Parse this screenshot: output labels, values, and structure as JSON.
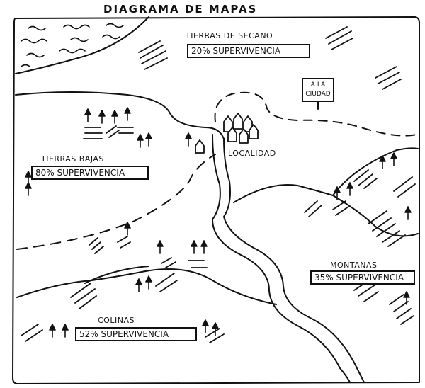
{
  "title": "DIAGRAMA DE MAPAS",
  "regions": [
    {
      "id": "secano",
      "name": "TIERRAS DE SECANO",
      "survival": "20% SUPERVIVENCIA"
    },
    {
      "id": "bajas",
      "name": "TIERRAS BAJAS",
      "survival": "80% SUPERVIVENCIA"
    },
    {
      "id": "montanas",
      "name": "MONTAÑAS",
      "survival": "35% SUPERVIVENCIA"
    },
    {
      "id": "colinas",
      "name": "COLINAS",
      "survival": "52% SUPERVIVENCIA"
    }
  ],
  "town": {
    "name": "LOCALIDAD"
  },
  "sign": {
    "line1": "A LA",
    "line2": "CIUDAD"
  },
  "colors": {
    "ink": "#111111",
    "paper": "#ffffff"
  }
}
